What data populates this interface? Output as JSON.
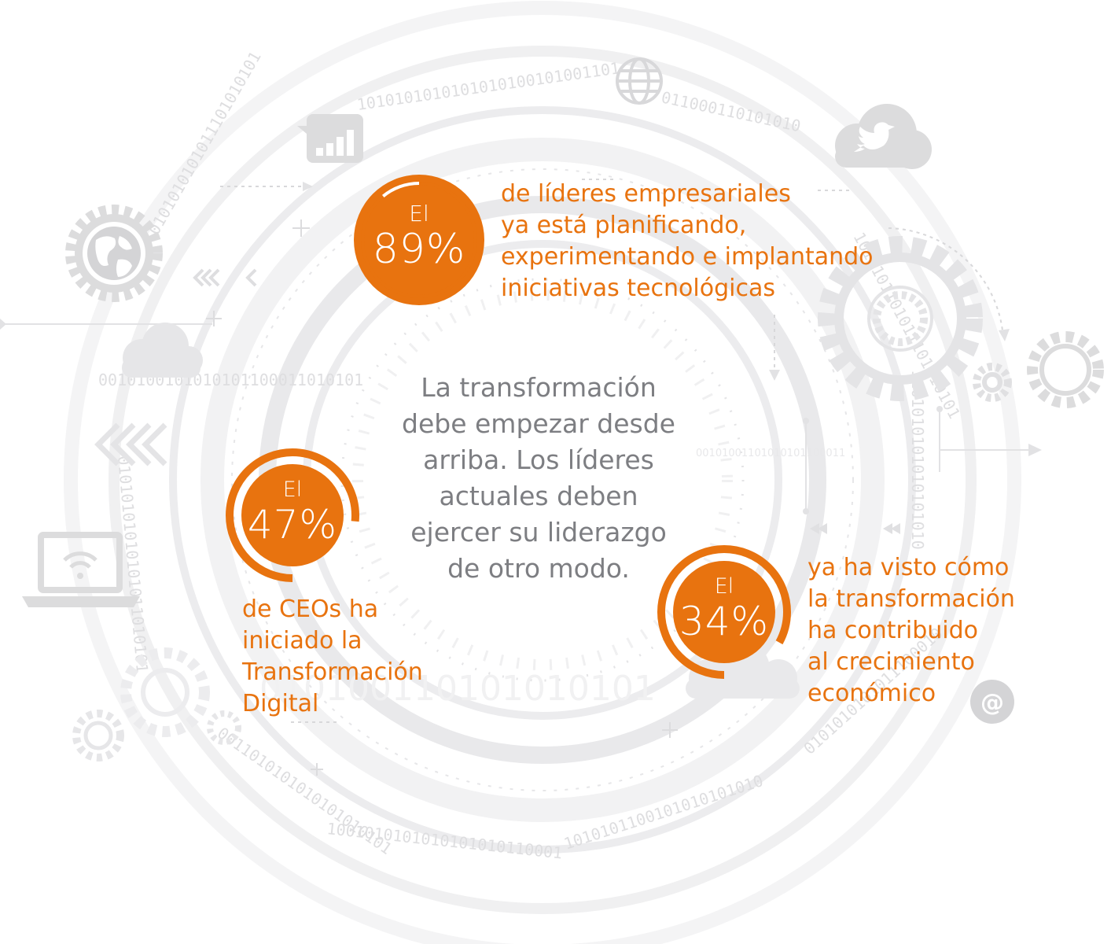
{
  "colors": {
    "accent": "#e8730f",
    "ring_track": "#ffffff",
    "center_text": "#7d7e82",
    "decoration": "#e3e4e6"
  },
  "center_message": "La transformación\ndebe empezar desde\narriba. Los líderes\nactuales deben\nejercer su liderazgo\nde otro modo.",
  "stats": [
    {
      "prefix": "El",
      "value_label": "89%",
      "value": 89,
      "text": "de líderes empresariales\nya está planificando,\nexperimentando e implantando\niniciativas tecnológicas"
    },
    {
      "prefix": "El",
      "value_label": "47%",
      "value": 47,
      "text": "de CEOs ha\niniciado la\nTransformación\nDigital"
    },
    {
      "prefix": "El",
      "value_label": "34%",
      "value": 34,
      "text": "ya ha visto cómo\nla transformación\nha contribuido\nal crecimiento\neconómico"
    }
  ],
  "icons": [
    "bar-chart-icon",
    "globe-icon",
    "twitter-cloud-icon",
    "gear-globe-icon",
    "cloud-icon",
    "laptop-wifi-icon",
    "gear-icon",
    "at-sign-icon",
    "chevrons-left-icon"
  ]
}
